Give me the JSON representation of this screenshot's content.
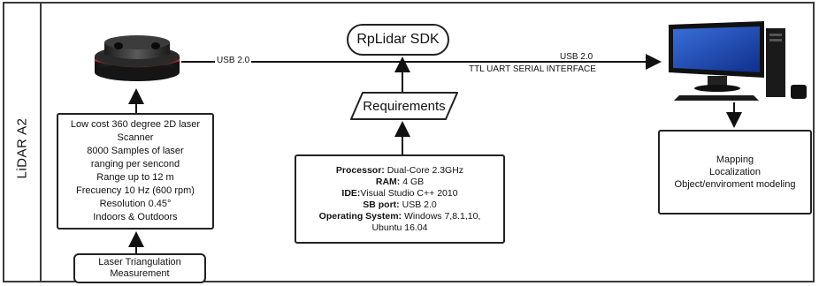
{
  "lane_title": "LiDAR A2",
  "specs": {
    "lines": [
      "Low cost 360 degree 2D laser",
      "Scanner",
      "8000 Samples of laser",
      "ranging per sencond",
      "Range up to 12 m",
      "Frecuency 10 Hz (600 rpm)",
      "Resolution 0.45°",
      "Indoors & Outdoors"
    ]
  },
  "laser_box": {
    "lines": [
      "Laser Triangulation",
      "Measurement"
    ]
  },
  "sdk_label": "RpLidar SDK",
  "requirements_label": "Requirements",
  "hardware": {
    "rows": [
      {
        "key": "Processor:",
        "value": " Dual-Core 2.3GHz"
      },
      {
        "key": "RAM:",
        "value": " 4 GB"
      },
      {
        "key": "IDE:",
        "value": "Visual Studio C++ 2010"
      },
      {
        "key": "SB port:",
        "value": " USB 2.0"
      },
      {
        "key": "Operating System:",
        "value": " Windows 7,8.1,10,"
      },
      {
        "key": "",
        "value": "Ubuntu 16.04"
      }
    ]
  },
  "output_box": {
    "lines": [
      "Mapping",
      "Localization",
      "Object/enviroment modeling"
    ]
  },
  "link_labels": {
    "usb_left": "USB 2.0",
    "usb_right": "USB 2.0",
    "ttl": "TTL UART SERIAL INTERFACE"
  },
  "icons": [
    "lidar-sensor-icon",
    "desktop-computer-icon"
  ]
}
